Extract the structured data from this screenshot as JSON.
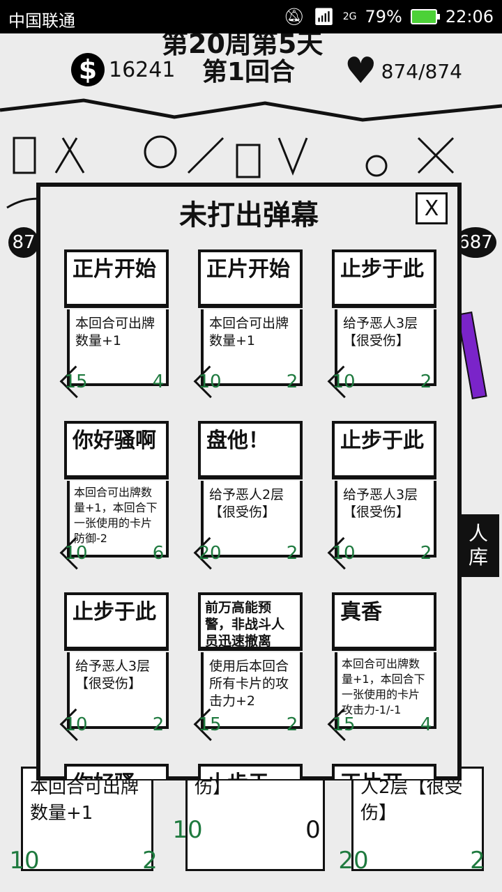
{
  "status_bar": {
    "carrier": "中国联通",
    "network": "2G",
    "battery_percent": "79%",
    "time": "22:06"
  },
  "game": {
    "week_day": "第20周第5天",
    "money": "16241",
    "round": "第1回合",
    "hp": "874/874",
    "left_badge": "87",
    "right_badge": "687",
    "side_label_1": "人",
    "side_label_2": "库"
  },
  "modal": {
    "title": "未打出弹幕",
    "close": "X"
  },
  "cards": [
    {
      "name": "正片开始",
      "desc": "本回合可出牌数量+1",
      "cost": "15",
      "power": "4"
    },
    {
      "name": "正片开始",
      "desc": "本回合可出牌数量+1",
      "cost": "10",
      "power": "2"
    },
    {
      "name": "止步于此",
      "desc": "给予恶人3层【很受伤】",
      "cost": "10",
      "power": "2"
    },
    {
      "name": "你好骚啊",
      "desc": "本回合可出牌数量+1，本回合下一张使用的卡片防御-2",
      "cost": "10",
      "power": "6"
    },
    {
      "name": "盘他！",
      "desc": "给予恶人2层【很受伤】",
      "cost": "20",
      "power": "2"
    },
    {
      "name": "止步于此",
      "desc": "给予恶人3层【很受伤】",
      "cost": "10",
      "power": "2"
    },
    {
      "name": "止步于此",
      "desc": "给予恶人3层【很受伤】",
      "cost": "10",
      "power": "2"
    },
    {
      "name": "前万高能预警，非战斗人员迅速撤离",
      "desc": "使用后本回合所有卡片的攻击力+2",
      "cost": "15",
      "power": "2"
    },
    {
      "name": "真香",
      "desc": "本回合可出牌数量+1，本回合下一张使用的卡片攻击力-1/-1",
      "cost": "15",
      "power": "4"
    },
    {
      "name": "你好骚",
      "desc": "",
      "cost": "",
      "power": ""
    },
    {
      "name": "止步于",
      "desc": "",
      "cost": "",
      "power": ""
    },
    {
      "name": "正片开",
      "desc": "",
      "cost": "",
      "power": ""
    }
  ],
  "hand": [
    {
      "text": "本回合可出牌数量+1",
      "cost": "10",
      "power": "2"
    },
    {
      "text": "伤】",
      "cost": "10",
      "power": "0"
    },
    {
      "text": "人2层【很受伤】",
      "cost": "20",
      "power": "2"
    }
  ]
}
